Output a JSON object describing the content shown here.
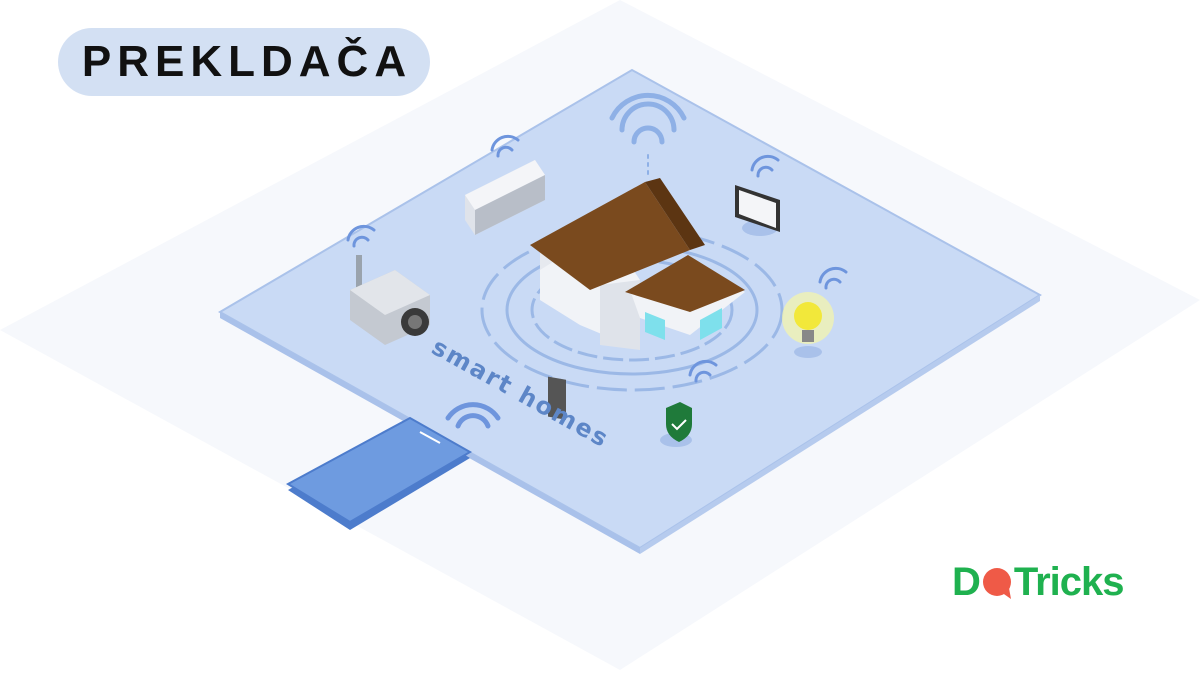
{
  "header": {
    "title": "PREKLDAČA"
  },
  "illustration": {
    "label": "smart homes"
  },
  "logo": {
    "text_before": "D",
    "text_after": "Tricks",
    "icon": "speech-bubble-icon"
  },
  "colors": {
    "platform": "#c9daf5",
    "pill": "#d3e0f3",
    "logo_green": "#1fb14f",
    "logo_red": "#ef5a47",
    "roof": "#7a4a1e",
    "phone": "#6e9be0"
  }
}
